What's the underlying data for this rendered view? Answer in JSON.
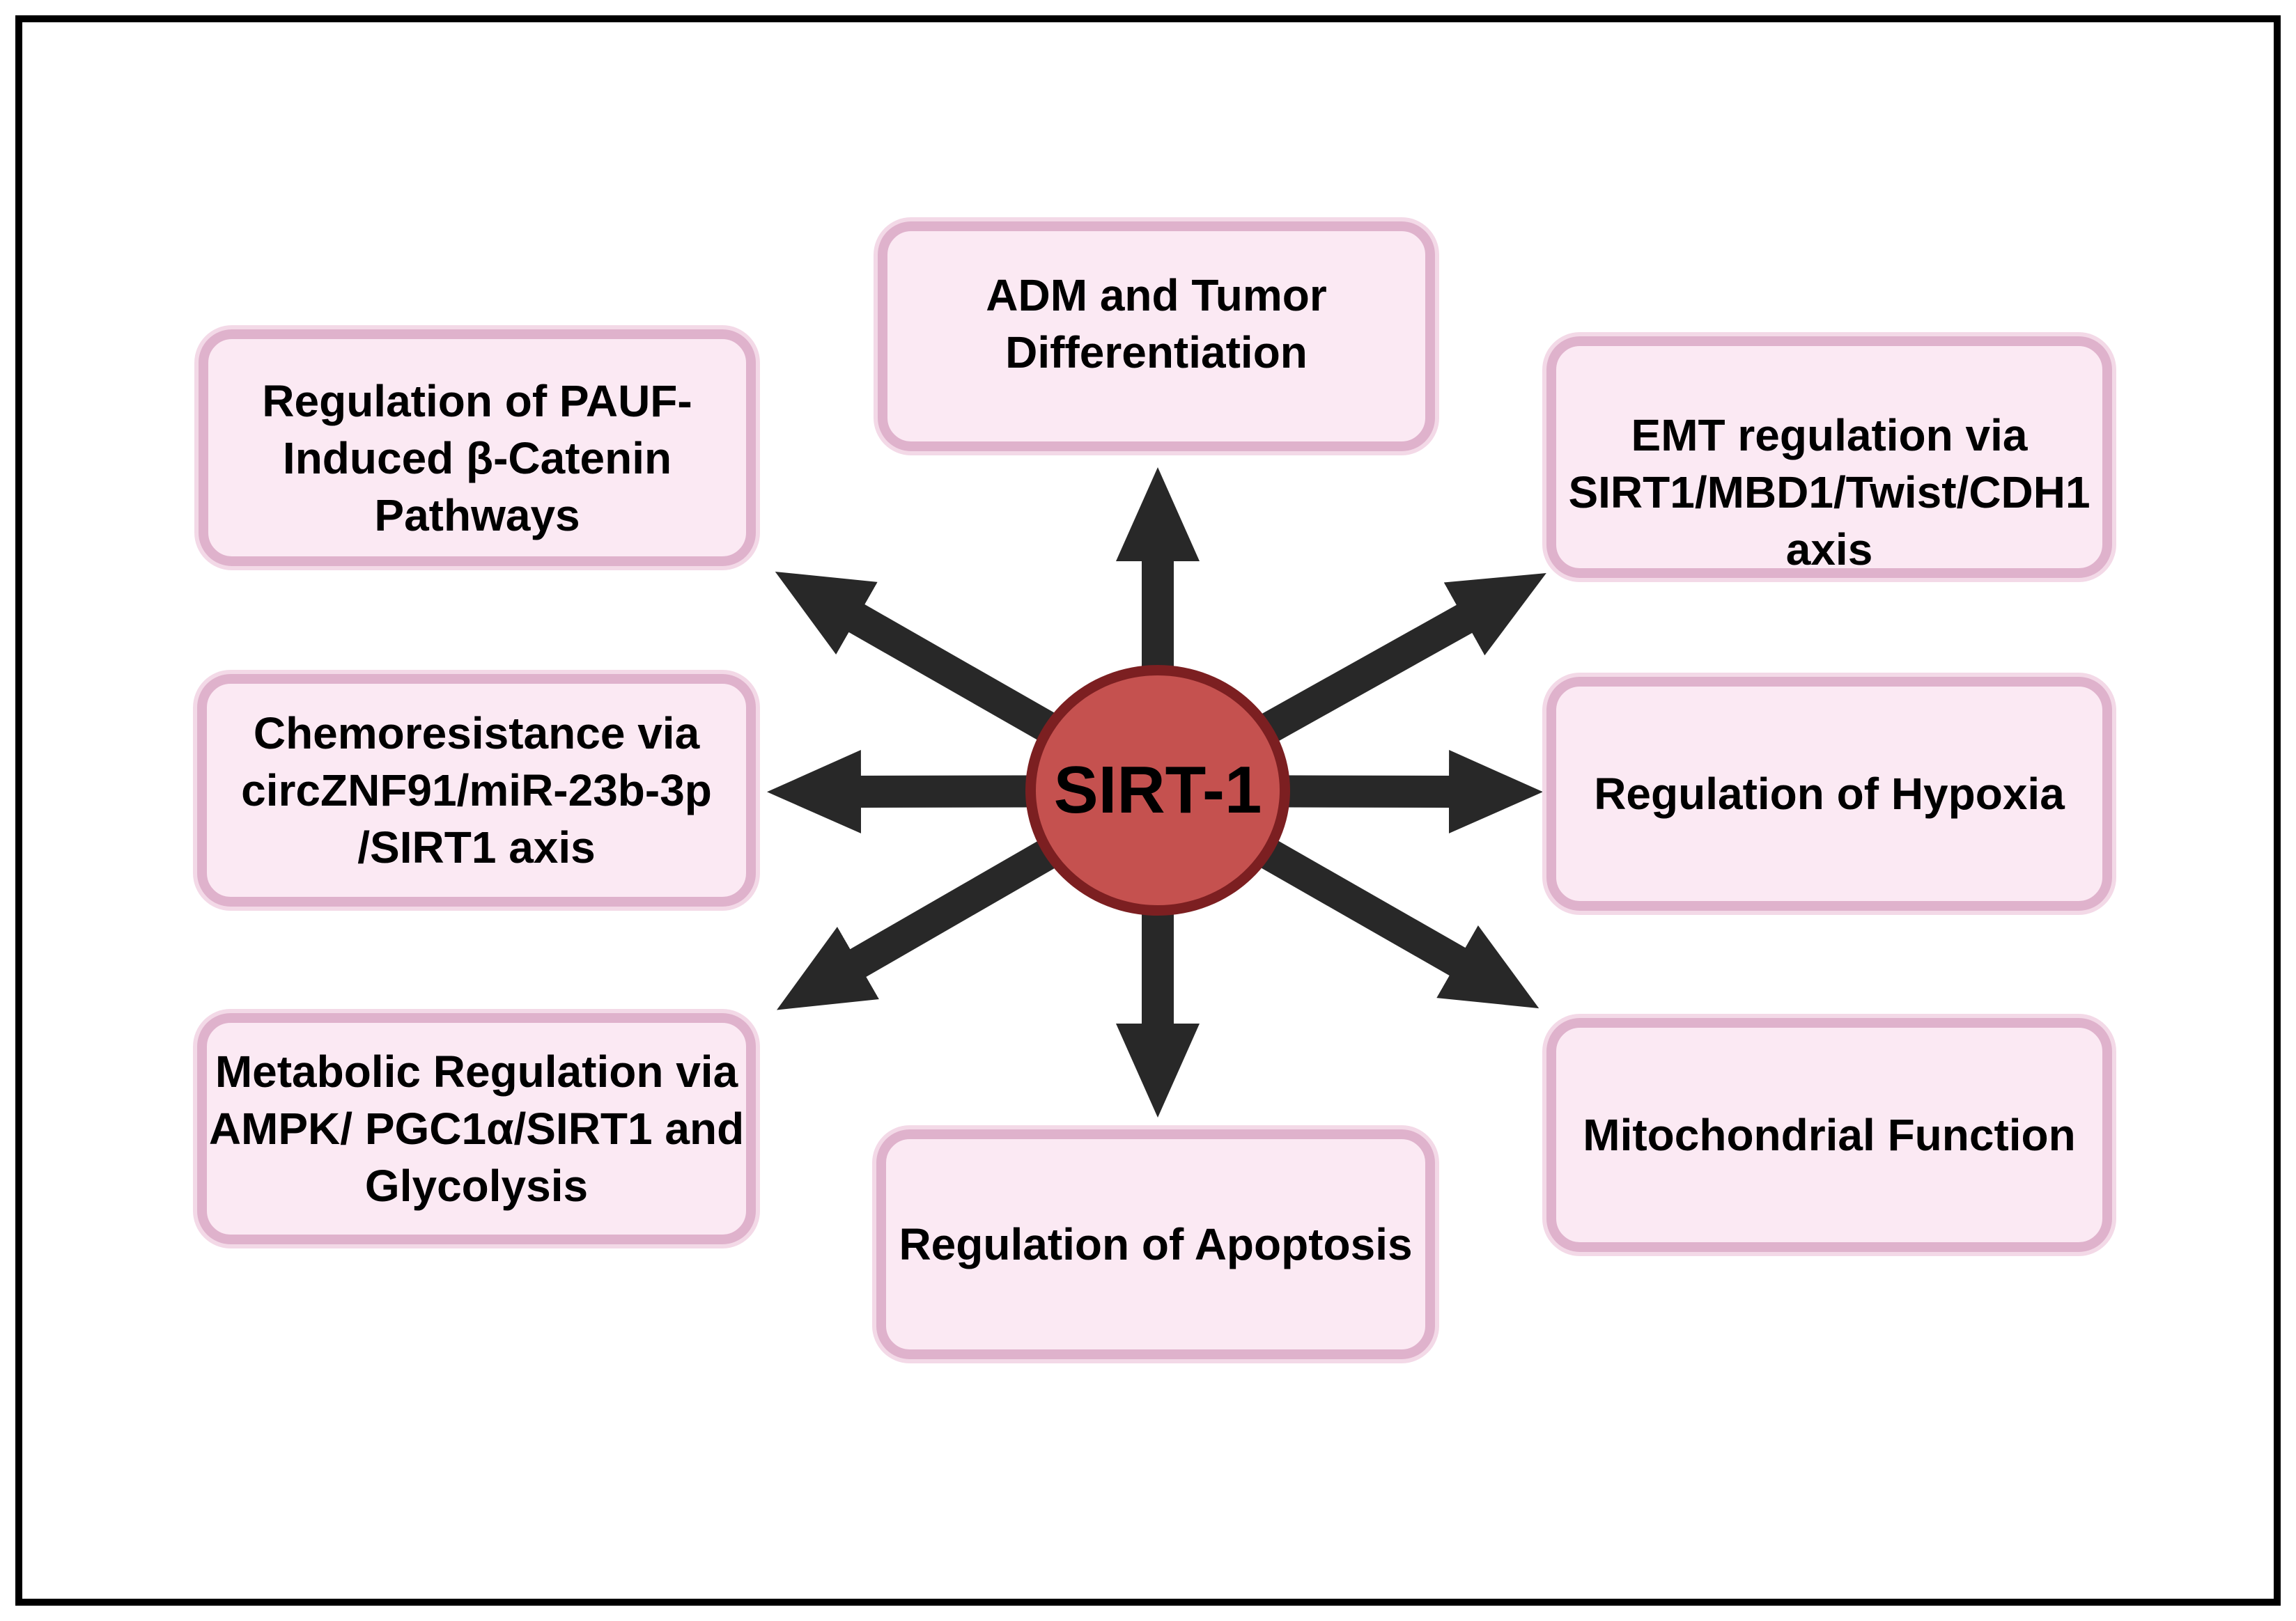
{
  "diagram": {
    "center": {
      "label": "SIRT-1"
    },
    "nodes": [
      {
        "id": "adm-tumor-differentiation",
        "label": "ADM and Tumor\nDifferentiation"
      },
      {
        "id": "pauf-catenin-regulation",
        "label": "Regulation of PAUF-\nInduced β-Catenin\nPathways"
      },
      {
        "id": "chemoresistance",
        "label": "Chemoresistance via\ncircZNF91/miR-23b-3p\n/SIRT1 axis"
      },
      {
        "id": "metabolic-regulation",
        "label": "Metabolic Regulation via\nAMPK/ PGC1α/SIRT1 and\nGlycolysis"
      },
      {
        "id": "apoptosis-regulation",
        "label": "Regulation of Apoptosis"
      },
      {
        "id": "emt-regulation",
        "label": "EMT regulation via\nSIRT1/MBD1/Twist/CDH1\naxis"
      },
      {
        "id": "hypoxia-regulation",
        "label": "Regulation of Hypoxia"
      },
      {
        "id": "mitochondrial-function",
        "label": "Mitochondrial Function"
      }
    ],
    "colors": {
      "background": "#ffffff",
      "frame": "#000000",
      "box_fill": "#fbe9f3",
      "box_border": "#dfb2cc",
      "box_border_outer": "#f3d9e7",
      "arrow": "#282828",
      "circle_fill": "#c5514f",
      "circle_border": "#7c1f21",
      "text": "#000000"
    }
  }
}
